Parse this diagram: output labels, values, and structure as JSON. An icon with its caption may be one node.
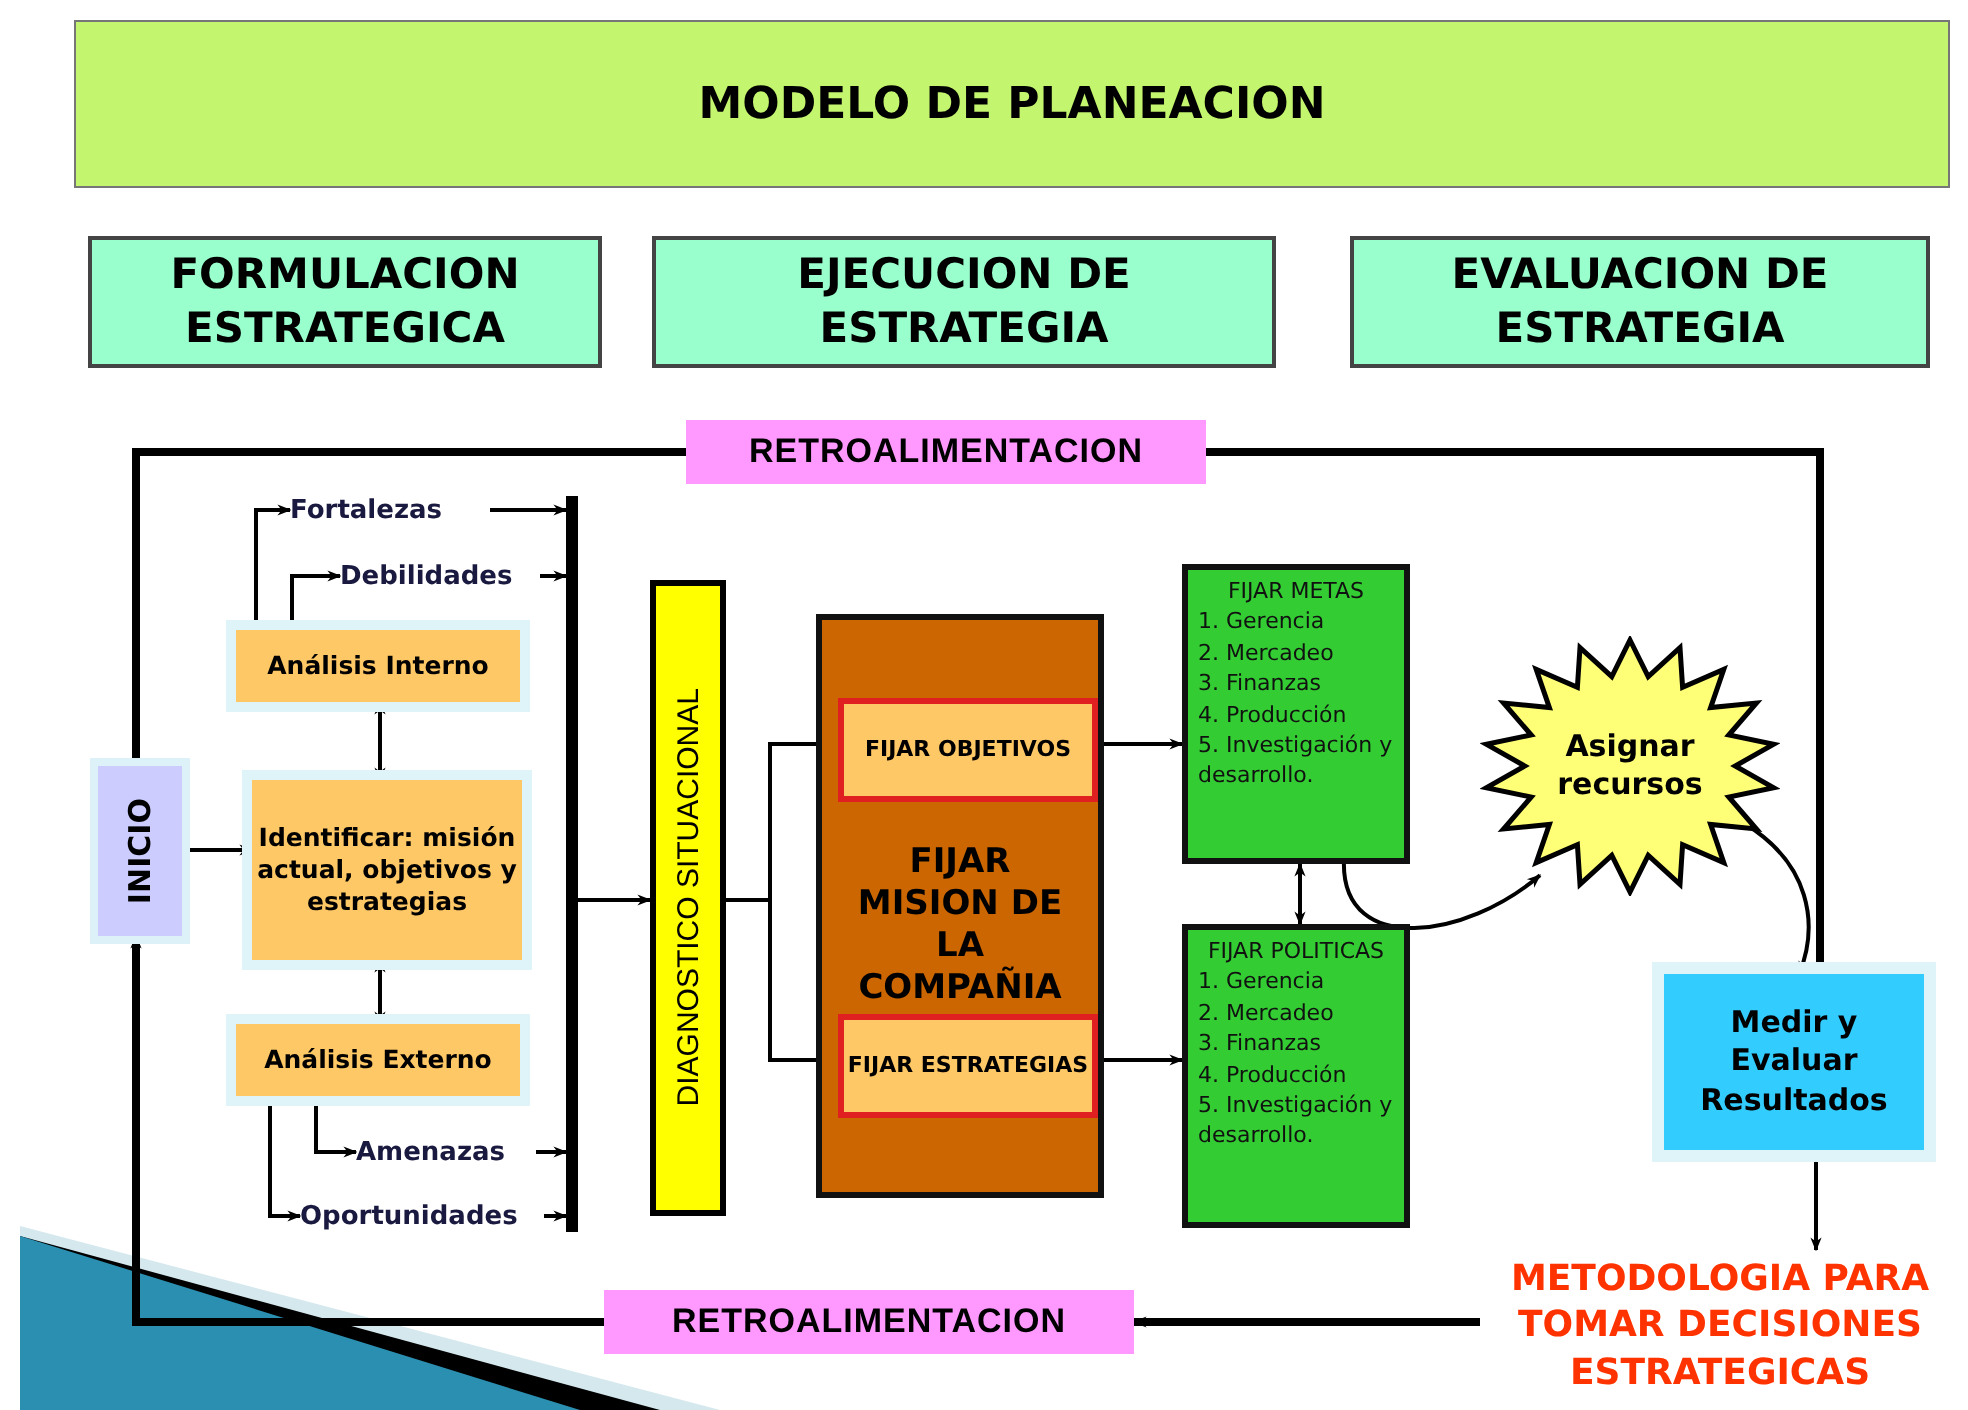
{
  "diagram": {
    "nodes": [
      {
        "text": [
          "MODELO DE PLANEACION"
        ]
      },
      {
        "text": [
          "FORMULACION ESTRATEGICA"
        ]
      },
      {
        "text": [
          "EJECUCION DE ESTRATEGIA"
        ]
      },
      {
        "text": [
          "EVALUACION DE ESTRATEGIA"
        ]
      },
      {
        "text": [
          "RETROALIMENTACION"
        ]
      },
      {
        "text": [
          "INICIO"
        ]
      },
      {
        "text": [
          "Fortalezas"
        ]
      },
      {
        "text": [
          "Debilidades"
        ]
      },
      {
        "text": [
          "Análisis Interno"
        ]
      },
      {
        "text": [
          "Identificar: misión actual, objetivos y estrategias"
        ]
      },
      {
        "text": [
          "Análisis Externo"
        ]
      },
      {
        "text": [
          "Amenazas"
        ]
      },
      {
        "text": [
          "Oportunidades"
        ]
      },
      {
        "text": [],
        "shape": "bar"
      },
      {
        "text": [
          "DIAGNOSTICO SITUACIONAL"
        ]
      },
      {
        "text": [
          "FIJAR MISION DE LA COMPAÑIA"
        ]
      },
      {
        "text": [
          "FIJAR OBJETIVOS"
        ],
        "in": 15
      },
      {
        "text": [
          "FIJAR ESTRATEGIAS"
        ],
        "in": 15
      },
      {
        "text": [
          "FIJAR METAS",
          "1. Gerencia",
          "2. Mercadeo",
          "3. Finanzas",
          "4. Producción",
          "5. Investigación y desarrollo."
        ]
      },
      {
        "text": [
          "FIJAR POLITICAS",
          "1. Gerencia",
          "2. Mercadeo",
          "3. Finanzas",
          "4. Producción",
          "5. Investigación y desarrollo."
        ]
      },
      {
        "text": [
          "Asignar recursos"
        ]
      },
      {
        "text": [
          "Medir y Evaluar Resultados"
        ]
      },
      {
        "text": [
          "METODOLOGIA PARA TOMAR DECISIONES ESTRATEGICAS"
        ]
      },
      {
        "text": [
          "RETROALIMENTACION"
        ]
      }
    ],
    "edges": [
      {
        "from": 21,
        "to": 4,
        "arrow": "none",
        "style": "thick"
      },
      {
        "from": 4,
        "to": 5,
        "arrow": "none",
        "style": "thick"
      },
      {
        "from": 23,
        "to": 5,
        "arrow": "to",
        "style": "thick"
      },
      {
        "from": 22,
        "to": 23,
        "arrow": "to",
        "style": "thick"
      },
      {
        "from": 21,
        "to": 22,
        "arrow": "to"
      },
      {
        "from": 5,
        "to": 9,
        "arrow": "to"
      },
      {
        "from": 8,
        "to": 9,
        "arrow": "both"
      },
      {
        "from": 9,
        "to": 10,
        "arrow": "both"
      },
      {
        "from": 8,
        "to": 6,
        "arrow": "to"
      },
      {
        "from": 8,
        "to": 7,
        "arrow": "to"
      },
      {
        "from": 10,
        "to": 11,
        "arrow": "to"
      },
      {
        "from": 10,
        "to": 12,
        "arrow": "to"
      },
      {
        "from": 6,
        "to": 13,
        "arrow": "to"
      },
      {
        "from": 7,
        "to": 13,
        "arrow": "to"
      },
      {
        "from": 11,
        "to": 13,
        "arrow": "to"
      },
      {
        "from": 12,
        "to": 13,
        "arrow": "to"
      },
      {
        "from": 13,
        "to": 14,
        "arrow": "to"
      },
      {
        "from": 14,
        "to": 16,
        "arrow": "to"
      },
      {
        "from": 14,
        "to": 17,
        "arrow": "to"
      },
      {
        "from": 16,
        "to": 18,
        "arrow": "to"
      },
      {
        "from": 17,
        "to": 19,
        "arrow": "to"
      },
      {
        "from": 18,
        "to": 19,
        "arrow": "both"
      },
      {
        "from": 18,
        "to": 20,
        "arrow": "to"
      },
      {
        "from": 20,
        "to": 21,
        "arrow": "to"
      }
    ]
  }
}
